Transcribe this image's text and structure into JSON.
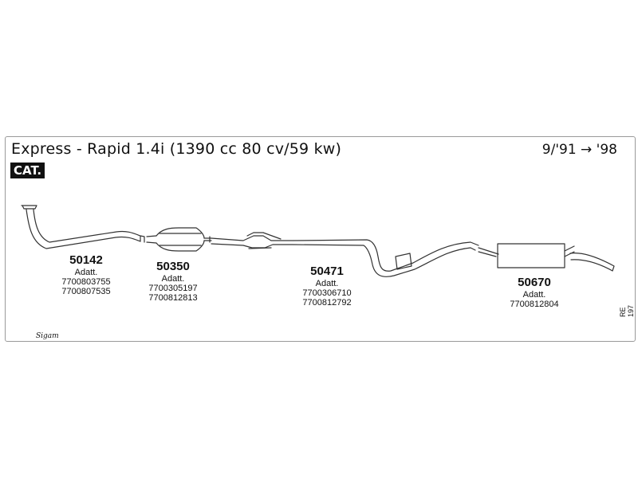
{
  "header": {
    "title": "Express - Rapid 1.4i (1390 cc 80 cv/59 kw)",
    "date_range": "9/'91 → '98",
    "badge": "CAT."
  },
  "parts": [
    {
      "number": "50142",
      "note": "Adatt.",
      "codes": [
        "7700803755",
        "7700807535"
      ]
    },
    {
      "number": "50350",
      "note": "Adatt.",
      "codes": [
        "7700305197",
        "7700812813"
      ]
    },
    {
      "number": "50471",
      "note": "Adatt.",
      "codes": [
        "7700306710",
        "7700812792"
      ]
    },
    {
      "number": "50670",
      "note": "Adatt.",
      "codes": [
        "7700812804"
      ]
    }
  ],
  "reference": "RE 197",
  "logo_text": "Sigam"
}
